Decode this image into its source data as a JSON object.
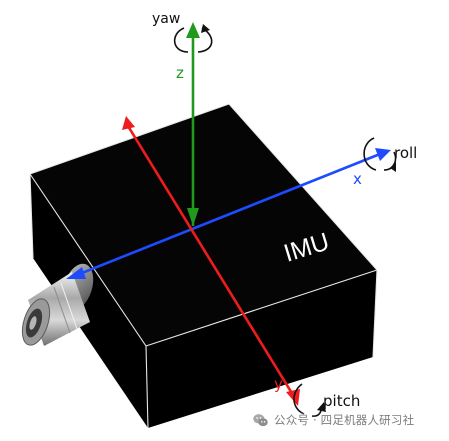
{
  "labels": {
    "device": "IMU",
    "yaw": "yaw",
    "roll": "roll",
    "pitch": "pitch",
    "x": "x",
    "y": "y",
    "z": "z"
  },
  "watermark": {
    "text": "公众号 · 四足机器人研习社",
    "icon": "wechat-icon"
  },
  "colors": {
    "x_axis": "#1f4bff",
    "y_axis": "#ee1c1c",
    "z_axis": "#1f9a1f",
    "box": "#050505",
    "edge": "#e8e8e8",
    "label": "#111111",
    "device_text": "#ffffff"
  }
}
